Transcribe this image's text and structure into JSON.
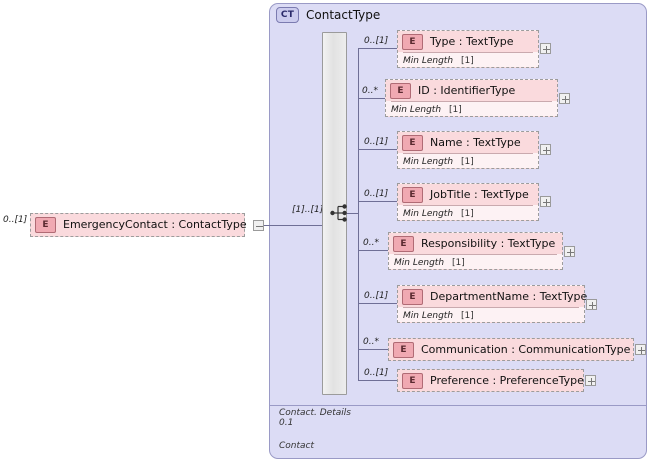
{
  "diagram": {
    "type": "xsd-schema-diagram",
    "colors": {
      "container_fill": "#dcdcf5",
      "container_border": "#9a9ac6",
      "element_fill": "#fadadd",
      "element_facet_fill": "#fdf2f4",
      "element_border": "#9c9c9c",
      "badge_fill": "#f0a9b2",
      "line": "#6f6f96"
    }
  },
  "root_element": {
    "badge": "E",
    "name": "EmergencyContact : ContactType",
    "occurrence": "0..[1]",
    "expander": "minus"
  },
  "complex_type": {
    "badge": "CT",
    "title": "ContactType",
    "compositor": "sequence",
    "compositor_occurrence": "[1]..[1]",
    "documentation_line1": "Contact. Details",
    "documentation_line2": "0.1",
    "documentation_line3": "Contact"
  },
  "children": [
    {
      "badge": "E",
      "name": "Type      : TextType",
      "occurrence": "0..[1]",
      "facet_label": "Min Length",
      "facet_cardinality": "[1]",
      "expander": "plus"
    },
    {
      "badge": "E",
      "name": "ID          : IdentifierType",
      "occurrence": "0..*",
      "facet_label": "Min Length",
      "facet_cardinality": "[1]",
      "expander": "plus"
    },
    {
      "badge": "E",
      "name": "Name      : TextType",
      "occurrence": "0..[1]",
      "facet_label": "Min Length",
      "facet_cardinality": "[1]",
      "expander": "plus"
    },
    {
      "badge": "E",
      "name": "JobTitle  : TextType",
      "occurrence": "0..[1]",
      "facet_label": "Min Length",
      "facet_cardinality": "[1]",
      "expander": "plus"
    },
    {
      "badge": "E",
      "name": "Responsibility : TextType",
      "occurrence": "0..*",
      "facet_label": "Min Length",
      "facet_cardinality": "[1]",
      "expander": "plus"
    },
    {
      "badge": "E",
      "name": "DepartmentName : TextType",
      "occurrence": "0..[1]",
      "facet_label": "Min Length",
      "facet_cardinality": "[1]",
      "expander": "plus"
    },
    {
      "badge": "E",
      "name": "Communication : CommunicationType",
      "occurrence": "0..*",
      "facet_label": null,
      "facet_cardinality": null,
      "expander": "plus"
    },
    {
      "badge": "E",
      "name": "Preference : PreferenceType",
      "occurrence": "0..[1]",
      "facet_label": null,
      "facet_cardinality": null,
      "expander": "plus"
    }
  ]
}
